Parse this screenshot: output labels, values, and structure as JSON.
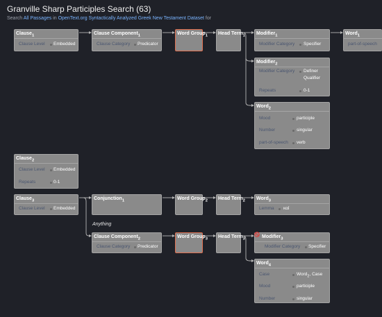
{
  "header": {
    "title": "Granville Sharp Participles Search (63)",
    "sub_search": "Search",
    "sub_passages": "All Passages",
    "sub_in": "in",
    "sub_dataset": "OpenText.org Syntactically Analyzed Greek New Testament Dataset",
    "sub_for": "for"
  },
  "nodes": {
    "clause1": {
      "title": "Clause",
      "sub": "1",
      "k1": "Clause Level",
      "v1": "Embedded"
    },
    "cc1": {
      "title": "Clause Component",
      "sub": "1",
      "k1": "Clause Category",
      "v1": "Predicator"
    },
    "wg1": {
      "title": "Word Group",
      "sub": "1"
    },
    "ht1": {
      "title": "Head Term",
      "sub": "1"
    },
    "mod1": {
      "title": "Modifier",
      "sub": "1",
      "k1": "Modifier Category",
      "v1": "Specifier"
    },
    "word1": {
      "title": "Word",
      "sub": "1",
      "k1": "part-of-speech"
    },
    "mod2": {
      "title": "Modifier",
      "sub": "2",
      "k1": "Modifier Category",
      "v1": "Definer",
      "v1b": "Qualifier",
      "k2": "Repeats",
      "v2": "0-1"
    },
    "word2": {
      "title": "Word",
      "sub": "2",
      "k1": "Mood",
      "v1": "participle",
      "k2": "Number",
      "v2": "singular",
      "k3": "part-of-speech",
      "v3": "verb"
    },
    "clause2": {
      "title": "Clause",
      "sub": "2",
      "k1": "Clause Level",
      "v1": "Embedded",
      "k2": "Repeats",
      "v2": "0-1"
    },
    "clause3": {
      "title": "Clause",
      "sub": "3",
      "k1": "Clause Level",
      "v1": "Embedded"
    },
    "conj1": {
      "title": "Conjunction",
      "sub": "1"
    },
    "wg2": {
      "title": "Word Group",
      "sub": "2"
    },
    "ht2": {
      "title": "Head Term",
      "sub": "2"
    },
    "word3": {
      "title": "Word",
      "sub": "3",
      "k1": "Lemma",
      "v1": "καί"
    },
    "anything": "Anything",
    "cc2": {
      "title": "Clause Component",
      "sub": "2",
      "k1": "Clause Category",
      "v1": "Predicator"
    },
    "wg3": {
      "title": "Word Group",
      "sub": "3"
    },
    "ht3": {
      "title": "Head Term",
      "sub": "3"
    },
    "mod3": {
      "title": "Modifier",
      "sub": "3",
      "k1": "Modifier Category",
      "v1": "Specifier"
    },
    "word4": {
      "title": "Word",
      "sub": "4",
      "k1": "Case",
      "v1": "Word",
      "v1sub": "2",
      "v1tail": "Case",
      "k2": "Mood",
      "v2": "participle",
      "k3": "Number",
      "v3": "singular"
    }
  },
  "colors": {
    "background": "#1f2128",
    "box": "#8a8a8a",
    "selected_border": "#e07050",
    "link": "#7ab4ff",
    "key_text": "#4a5670",
    "negation": "#e53935"
  },
  "icons": {
    "negated_modifier": "no-entry-icon"
  }
}
